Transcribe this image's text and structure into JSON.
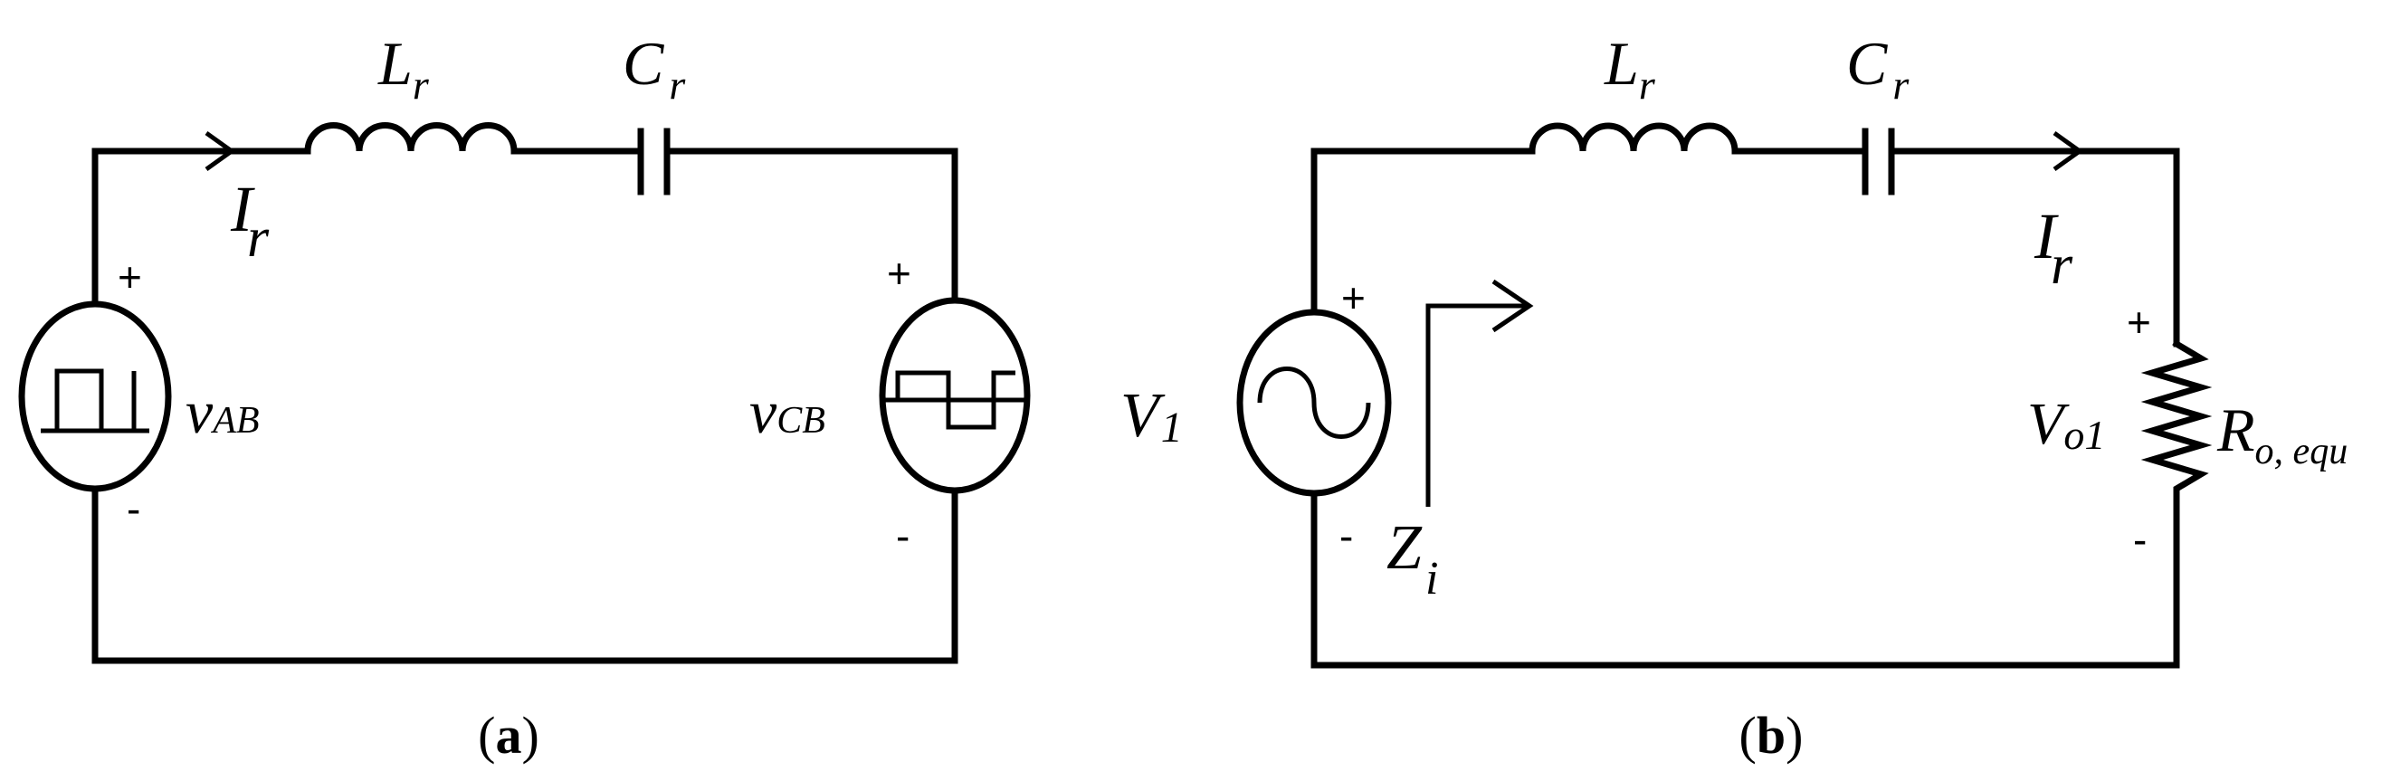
{
  "circuit_a": {
    "inductor": {
      "main": "L",
      "sub": "r"
    },
    "capacitor": {
      "main": "C",
      "sub": "r"
    },
    "current": {
      "main": "I",
      "sub": "r"
    },
    "source_left": {
      "main": "v",
      "sub": "AB"
    },
    "source_right": {
      "main": "v",
      "sub": "CB"
    },
    "plus": "+",
    "minus": "-",
    "caption": {
      "open": "(",
      "letter": "a",
      "close": ")"
    }
  },
  "circuit_b": {
    "inductor": {
      "main": "L",
      "sub": "r"
    },
    "capacitor": {
      "main": "C",
      "sub": "r"
    },
    "current": {
      "main": "I",
      "sub": "r"
    },
    "source": {
      "main": "V",
      "sub": "1"
    },
    "impedance": {
      "main": "Z",
      "sub": "i"
    },
    "output_voltage": {
      "main": "V",
      "sub": "o1"
    },
    "resistor": {
      "main": "R",
      "sub": "o, equ"
    },
    "plus": "+",
    "minus": "-",
    "caption": {
      "open": "(",
      "letter": "b",
      "close": ")"
    }
  }
}
